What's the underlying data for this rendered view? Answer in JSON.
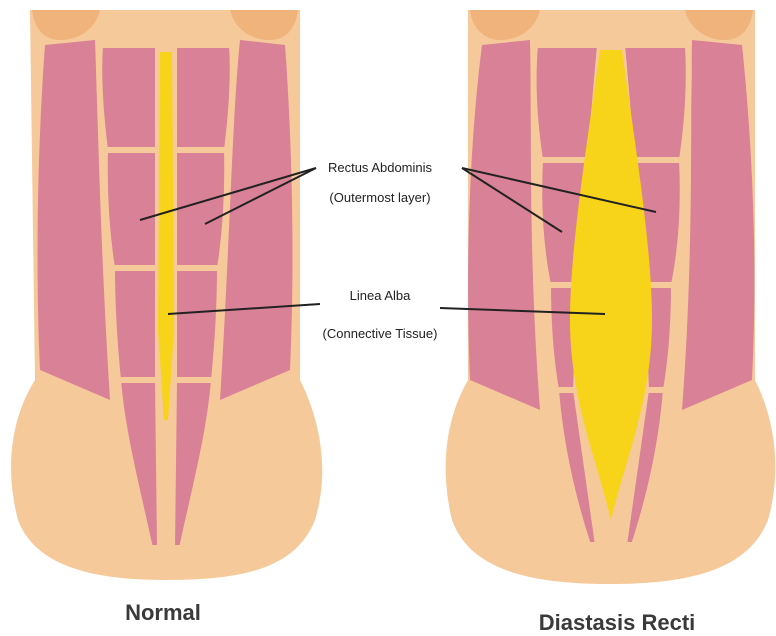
{
  "annotations": {
    "rectus_name": "Rectus Abdominis",
    "rectus_sub": "(Outermost layer)",
    "alba_name": "Linea Alba",
    "alba_sub": "(Connective Tissue)"
  },
  "captions": {
    "normal": "Normal",
    "diastasis": "Diastasis Recti"
  },
  "colors": {
    "skin": "#f6c99b",
    "chest": "#f0b37c",
    "muscle": "#d98197",
    "linea_alba": "#f7d319"
  }
}
